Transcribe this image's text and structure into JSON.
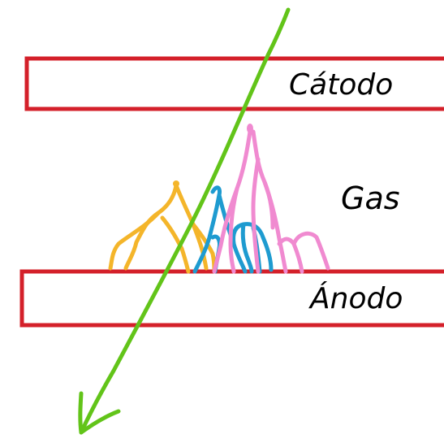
{
  "labels": {
    "cathode": "Cátodo",
    "gas": "Gas",
    "anode": "Ánodo"
  },
  "colors": {
    "background": "#ffffff",
    "electrode_border": "#d4202a",
    "particle_track": "#62c419",
    "avalanche_yellow": "#f4b52a",
    "avalanche_blue": "#1e9bd0",
    "avalanche_pink": "#f08ad0",
    "text": "#000000"
  },
  "icons": [
    "arrow-head-icon"
  ]
}
